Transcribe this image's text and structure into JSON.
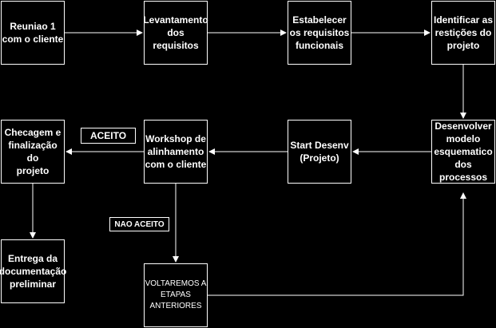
{
  "nodes": {
    "reuniao": "Reuniao 1\ncom o cliente",
    "levantamento": "Levantamento\ndos requisitos",
    "estabelecer": "Estabelecer\nos requisitos\nfuncionais",
    "identificar": "Identificar as\nrestições do\nprojeto",
    "desenvolver": "Desenvolver\nmodelo\nesquematico\ndos processos",
    "start": "Start Desenv\n(Projeto)",
    "workshop": "Workshop de\nalinhamento\ncom o cliente",
    "checagem": "Checagem e\nfinalização do\nprojeto",
    "entrega": "Entrega da\ndocumentação\npreliminar",
    "voltaremos": "VOLTAREMOS A\nETAPAS\nANTERIORES"
  },
  "labels": {
    "aceito": "ACEITO",
    "nao_aceito": "NAO ACEITO"
  },
  "colors": {
    "background": "#000000",
    "stroke": "#ffffff",
    "text": "#ffffff"
  }
}
